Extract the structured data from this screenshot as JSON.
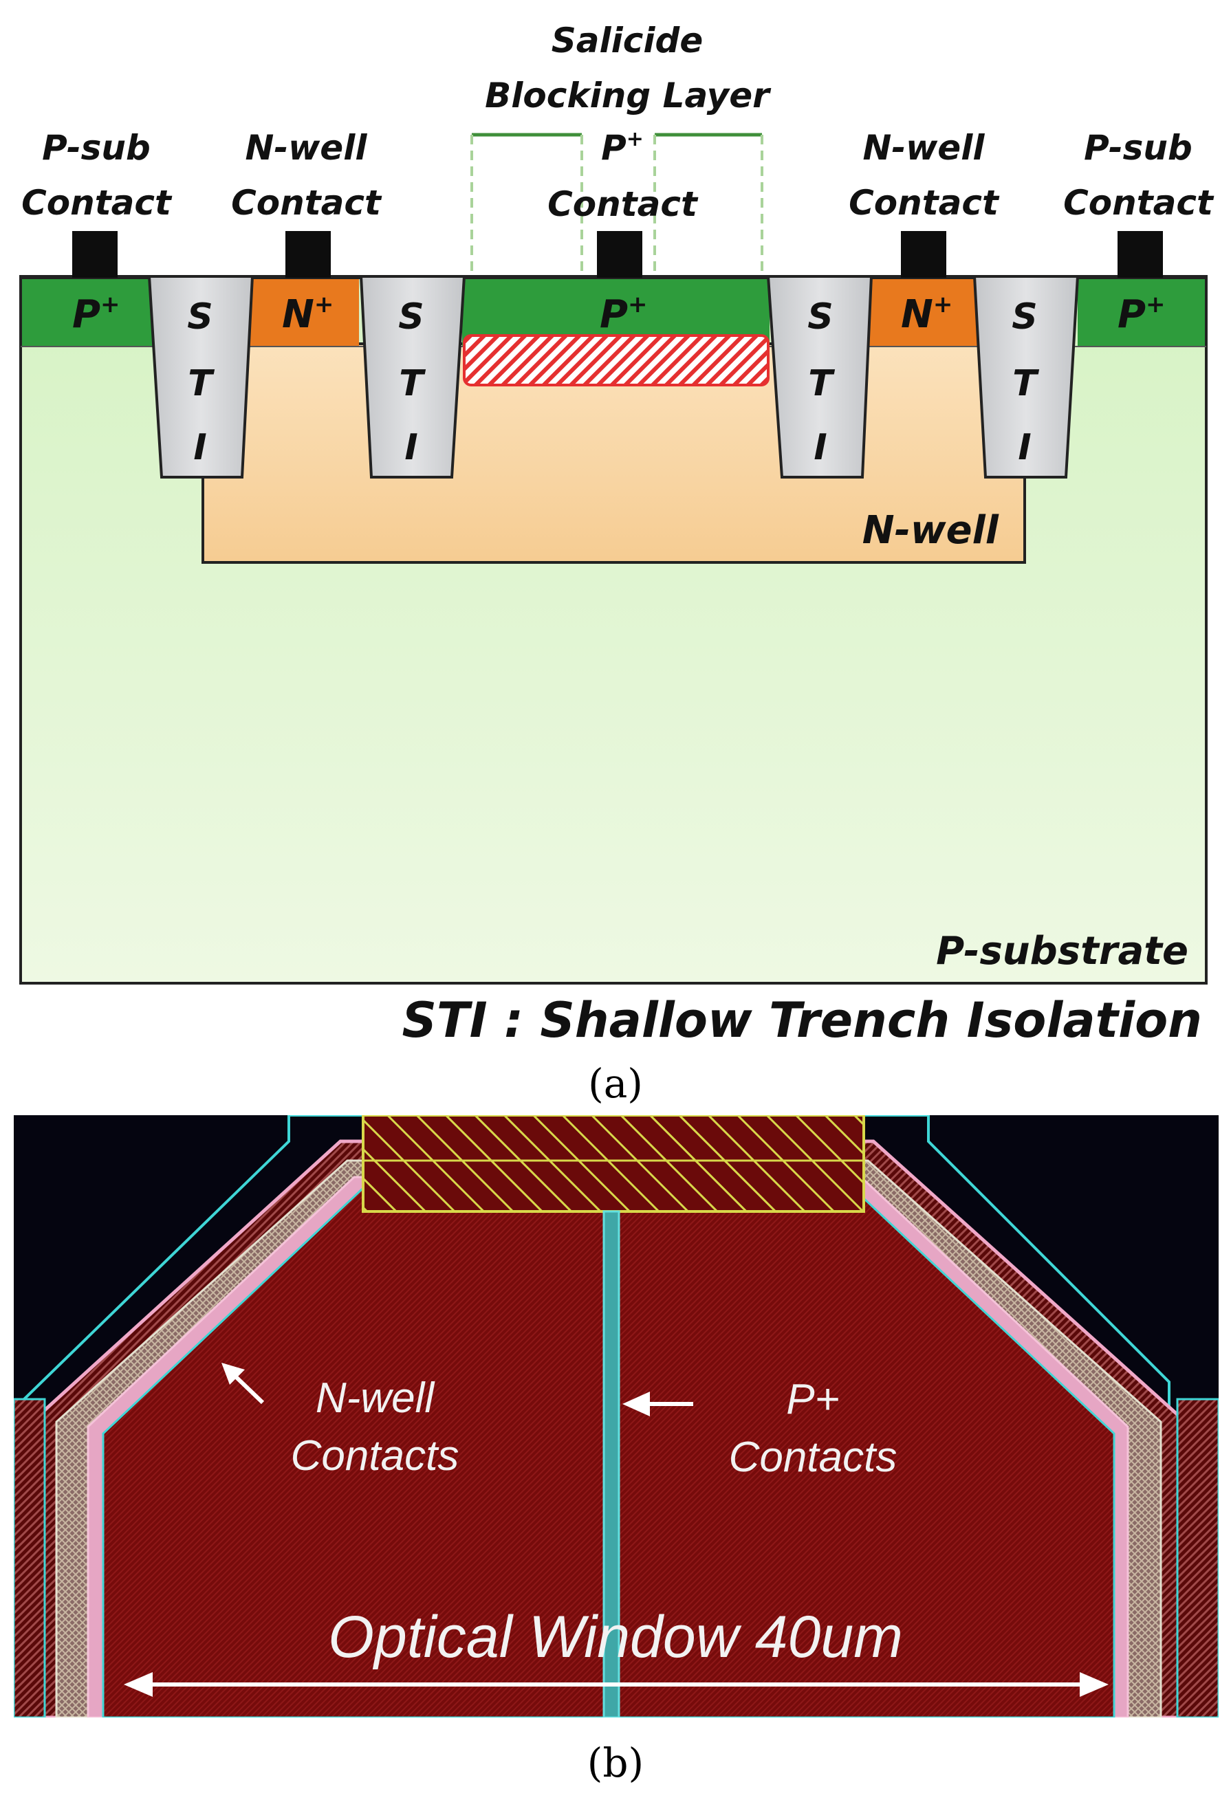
{
  "panel_a": {
    "top_labels": {
      "psub_left_line1": "P-sub",
      "psub_left_line2": "Contact",
      "nwell_left_line1": "N-well",
      "nwell_left_line2": "Contact",
      "sbl_line1": "Salicide",
      "sbl_line2": "Blocking Layer",
      "pplus_line1": "P",
      "pplus_sup": "+",
      "pplus_line2": "Contact",
      "nwell_right_line1": "N-well",
      "nwell_right_line2": "Contact",
      "psub_right_line1": "P-sub",
      "psub_right_line2": "Contact"
    },
    "regions": {
      "p_plus": "P",
      "n_plus": "N",
      "plus_sup": "+",
      "sti_letters": [
        "S",
        "T",
        "I"
      ],
      "n_well": "N-well",
      "p_substrate": "P-substrate"
    },
    "note": "STI : Shallow Trench Isolation",
    "caption": "(a)",
    "colors": {
      "p_plus": "#2e9c3c",
      "n_plus": "#e8791e",
      "n_well": "#f8d39f",
      "substrate_top": "#d6f2c4",
      "substrate_bottom": "#eef9e3",
      "sti": "#d2d4d7",
      "contact": "#0d0d0d",
      "blocking": "#e53030"
    }
  },
  "panel_b": {
    "nwell_label_line1": "N-well",
    "nwell_label_line2": "Contacts",
    "pplus_label_line1": "P+",
    "pplus_label_line2": "Contacts",
    "window_label": "Optical Window 40um",
    "caption": "(b)",
    "colors": {
      "background": "#050510",
      "window": "#7a0c0c",
      "cyan": "#3fd6d6",
      "pink": "#f0a8c8",
      "yellow": "#d8d84a"
    }
  }
}
